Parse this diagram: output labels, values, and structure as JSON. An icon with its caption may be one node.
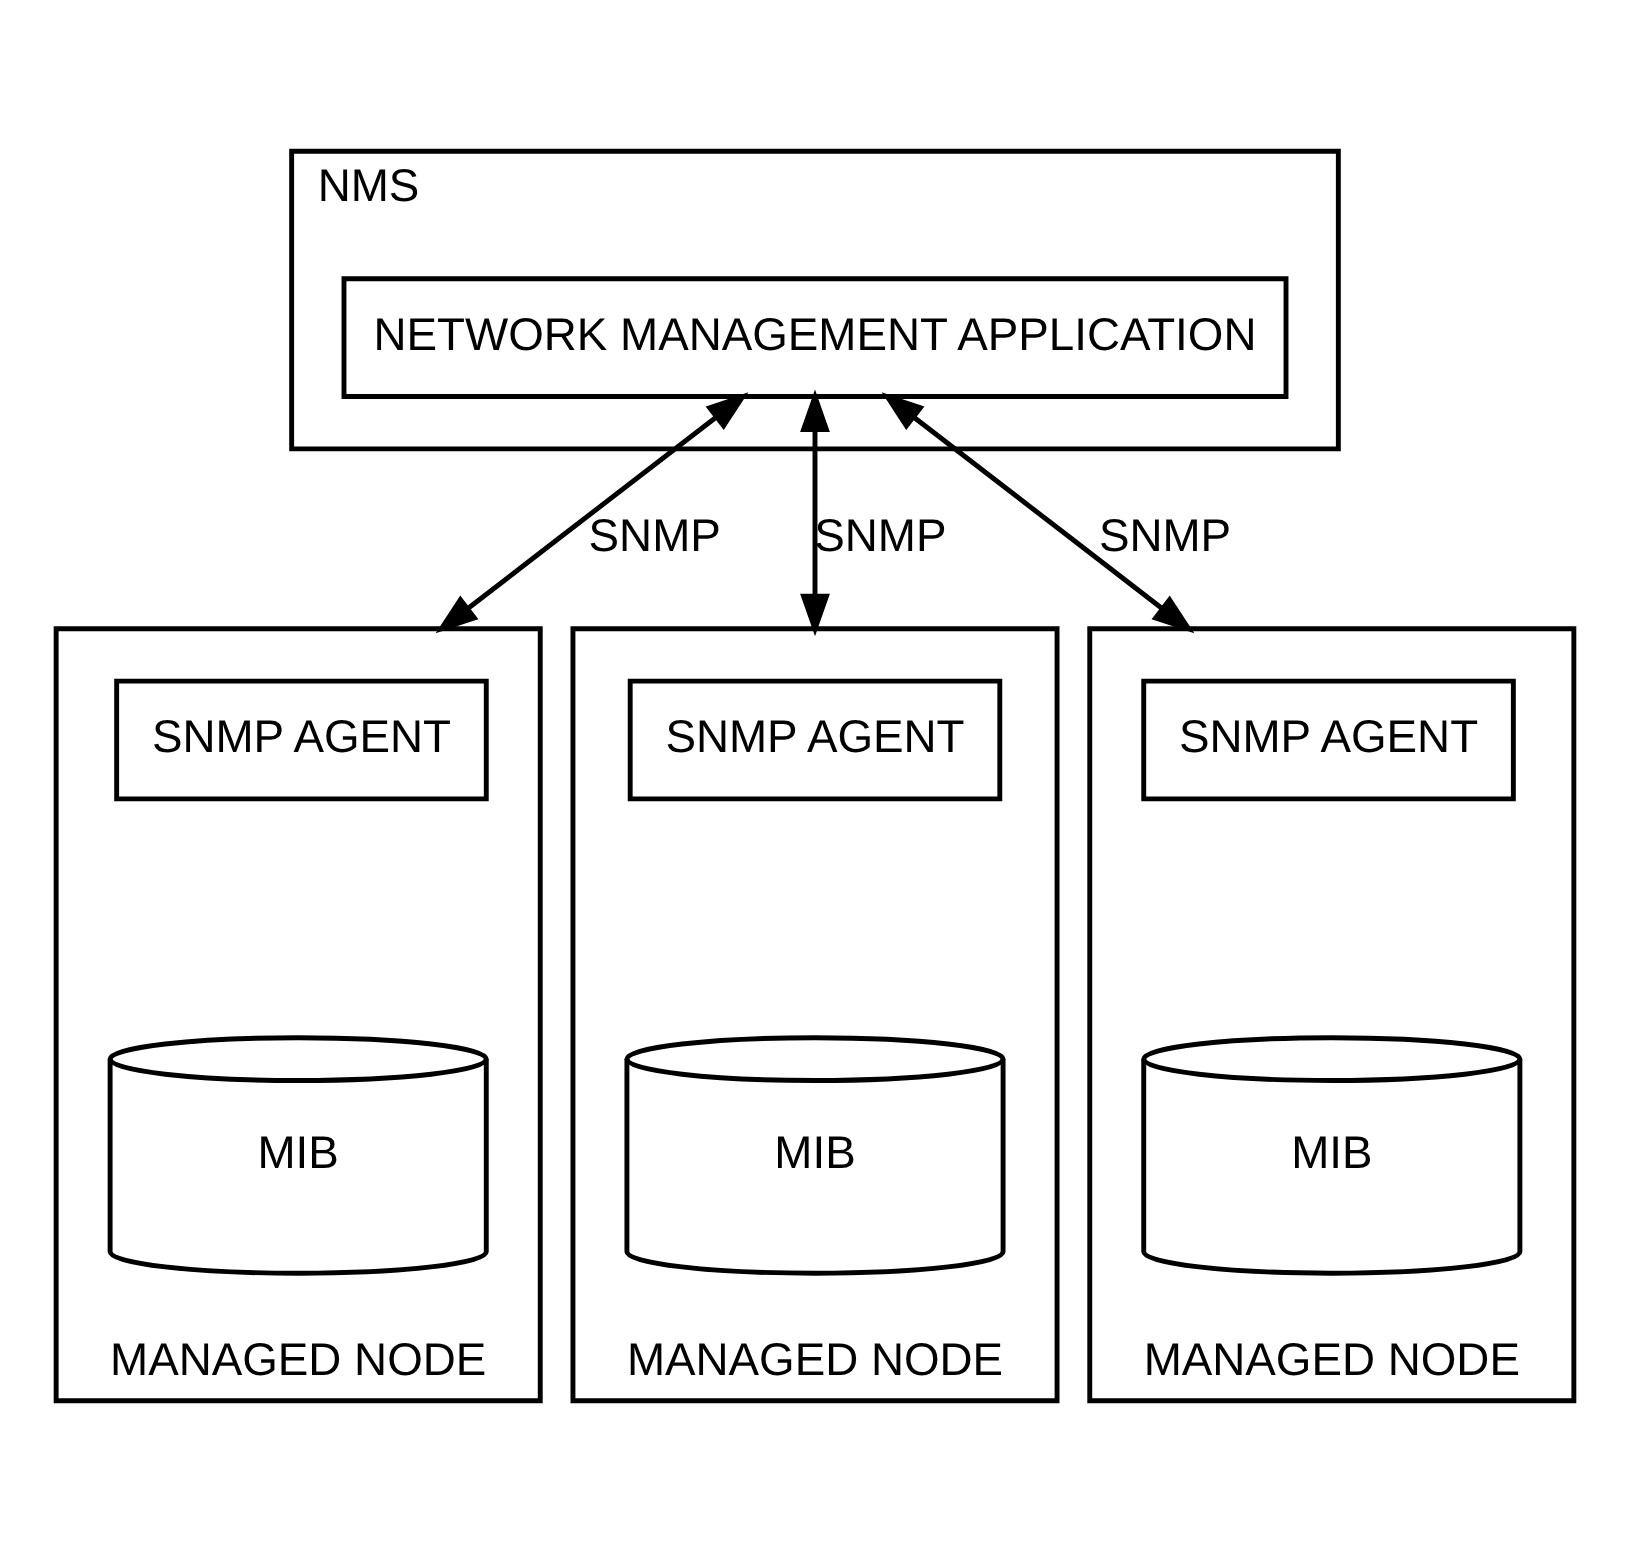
{
  "diagram": {
    "nodes": [
      {
        "text": [
          "NMS"
        ]
      },
      {
        "text": [
          "NETWORK MANAGEMENT APPLICATION"
        ],
        "in": 0
      },
      {
        "text": [
          "MANAGED NODE"
        ]
      },
      {
        "text": [
          "SNMP AGENT"
        ],
        "in": 2
      },
      {
        "text": [
          "MIB"
        ],
        "in": 2
      },
      {
        "text": [
          "MANAGED NODE"
        ]
      },
      {
        "text": [
          "SNMP AGENT"
        ],
        "in": 5
      },
      {
        "text": [
          "MIB"
        ],
        "in": 5
      },
      {
        "text": [
          "MANAGED NODE"
        ]
      },
      {
        "text": [
          "SNMP AGENT"
        ],
        "in": 8
      },
      {
        "text": [
          "MIB"
        ],
        "in": 8
      }
    ],
    "edges": [
      {
        "from": 1,
        "to": 2,
        "arrow": "both",
        "label": "SNMP"
      },
      {
        "from": 1,
        "to": 5,
        "arrow": "both",
        "label": "SNMP"
      },
      {
        "from": 1,
        "to": 8,
        "arrow": "both",
        "label": "SNMP"
      }
    ]
  }
}
